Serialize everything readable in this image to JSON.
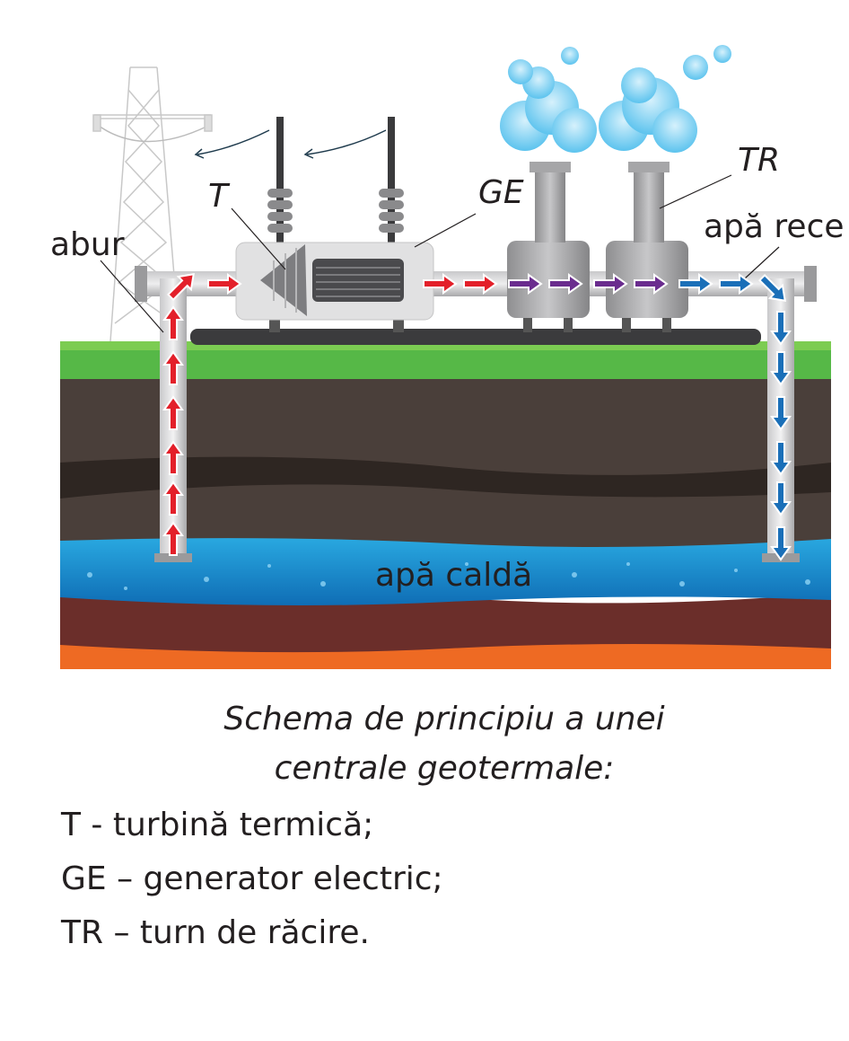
{
  "diagram": {
    "labels": {
      "turbine": "T",
      "generator": "GE",
      "cooling_tower": "TR",
      "steam": "abur",
      "cold_water": "apă rece",
      "hot_water": "apă caldă"
    },
    "colors": {
      "steam_arrow": "#e3202a",
      "generator_arrow": "#6a2c8e",
      "cold_arrow": "#1a6fb8",
      "grass": "#56b847",
      "soil": "#4a3f3a",
      "water": "#1e8fd0",
      "deep_rock": "#6b2e2a",
      "magma": "#ee6a23"
    }
  },
  "caption": {
    "line1": "Schema de principiu a unei",
    "line2": "centrale geotermale:"
  },
  "legend": [
    "T - turbină termică;",
    "GE – generator electric;",
    "TR – turn de răcire."
  ]
}
